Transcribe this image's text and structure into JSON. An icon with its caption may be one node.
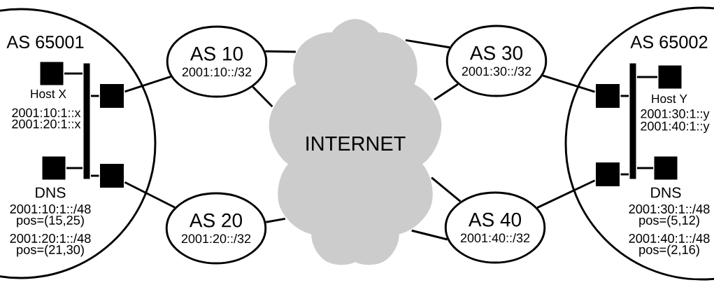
{
  "diagram": {
    "nodes": [
      {
        "text": [
          "AS 65001"
        ]
      },
      {
        "text": [
          "Host X",
          "2001:10:1::x 2001:20:1::x"
        ],
        "in": 0
      },
      {
        "text": [],
        "shape": "bar",
        "in": 0
      },
      {
        "text": [],
        "shape": "box",
        "in": 0
      },
      {
        "text": [
          "DNS",
          "2001:10:1::/48 pos=(15,25)",
          "2001:20:1::/48 pos=(21,30)"
        ],
        "in": 0
      },
      {
        "text": [],
        "shape": "box",
        "in": 0
      },
      {
        "text": [
          "AS 10",
          "2001:10::/32"
        ]
      },
      {
        "text": [
          "AS 20",
          "2001:20::/32"
        ]
      },
      {
        "text": [
          "INTERNET"
        ]
      },
      {
        "text": [
          "AS 30",
          "2001:30::/32"
        ]
      },
      {
        "text": [
          "AS 40",
          "2001:40::/32"
        ]
      },
      {
        "text": [
          "AS 65002"
        ]
      },
      {
        "text": [],
        "shape": "box",
        "in": 11
      },
      {
        "text": [],
        "shape": "bar",
        "in": 11
      },
      {
        "text": [
          "Host Y",
          "2001:30:1::y 2001:40:1::y"
        ],
        "in": 11
      },
      {
        "text": [],
        "shape": "box",
        "in": 11
      },
      {
        "text": [
          "DNS",
          "2001:30:1::/48 pos=(5,12)",
          "2001:40:1::/48 pos=(2,16)"
        ],
        "in": 11
      }
    ],
    "edges": [
      {
        "from": 1,
        "to": 2,
        "arrow": "none"
      },
      {
        "from": 4,
        "to": 2,
        "arrow": "none"
      },
      {
        "from": 2,
        "to": 3,
        "arrow": "none"
      },
      {
        "from": 2,
        "to": 5,
        "arrow": "none"
      },
      {
        "from": 3,
        "to": 6,
        "arrow": "none"
      },
      {
        "from": 5,
        "to": 7,
        "arrow": "none"
      },
      {
        "from": 6,
        "to": 8,
        "arrow": "none"
      },
      {
        "from": 6,
        "to": 8,
        "arrow": "none"
      },
      {
        "from": 7,
        "to": 8,
        "arrow": "none"
      },
      {
        "from": 8,
        "to": 9,
        "arrow": "none"
      },
      {
        "from": 8,
        "to": 9,
        "arrow": "none"
      },
      {
        "from": 8,
        "to": 10,
        "arrow": "none"
      },
      {
        "from": 8,
        "to": 10,
        "arrow": "none"
      },
      {
        "from": 9,
        "to": 12,
        "arrow": "none"
      },
      {
        "from": 10,
        "to": 15,
        "arrow": "none"
      },
      {
        "from": 12,
        "to": 13,
        "arrow": "none"
      },
      {
        "from": 15,
        "to": 13,
        "arrow": "none"
      },
      {
        "from": 13,
        "to": 14,
        "arrow": "none"
      },
      {
        "from": 13,
        "to": 16,
        "arrow": "none"
      }
    ]
  }
}
